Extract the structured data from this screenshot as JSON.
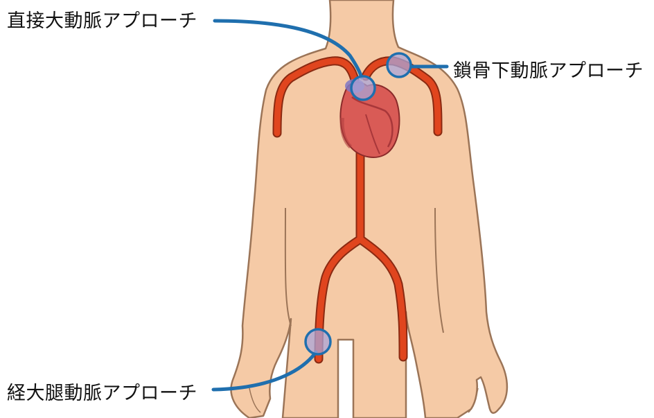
{
  "labels": {
    "direct_aortic": "直接大動脈アプローチ",
    "subclavian": "鎖骨下動脈アプローチ",
    "femoral": "経大腿動脈アプローチ"
  },
  "colors": {
    "skin": "#f5caa6",
    "skin_outline": "#9b7457",
    "artery": "#e0451e",
    "artery_outline": "#8a2a12",
    "heart": "#d95b56",
    "heart_dark": "#a8373a",
    "leader_line": "#1f6fae",
    "access_marker_fill": "#a9a4d8",
    "access_marker_stroke": "#1f6fae"
  }
}
